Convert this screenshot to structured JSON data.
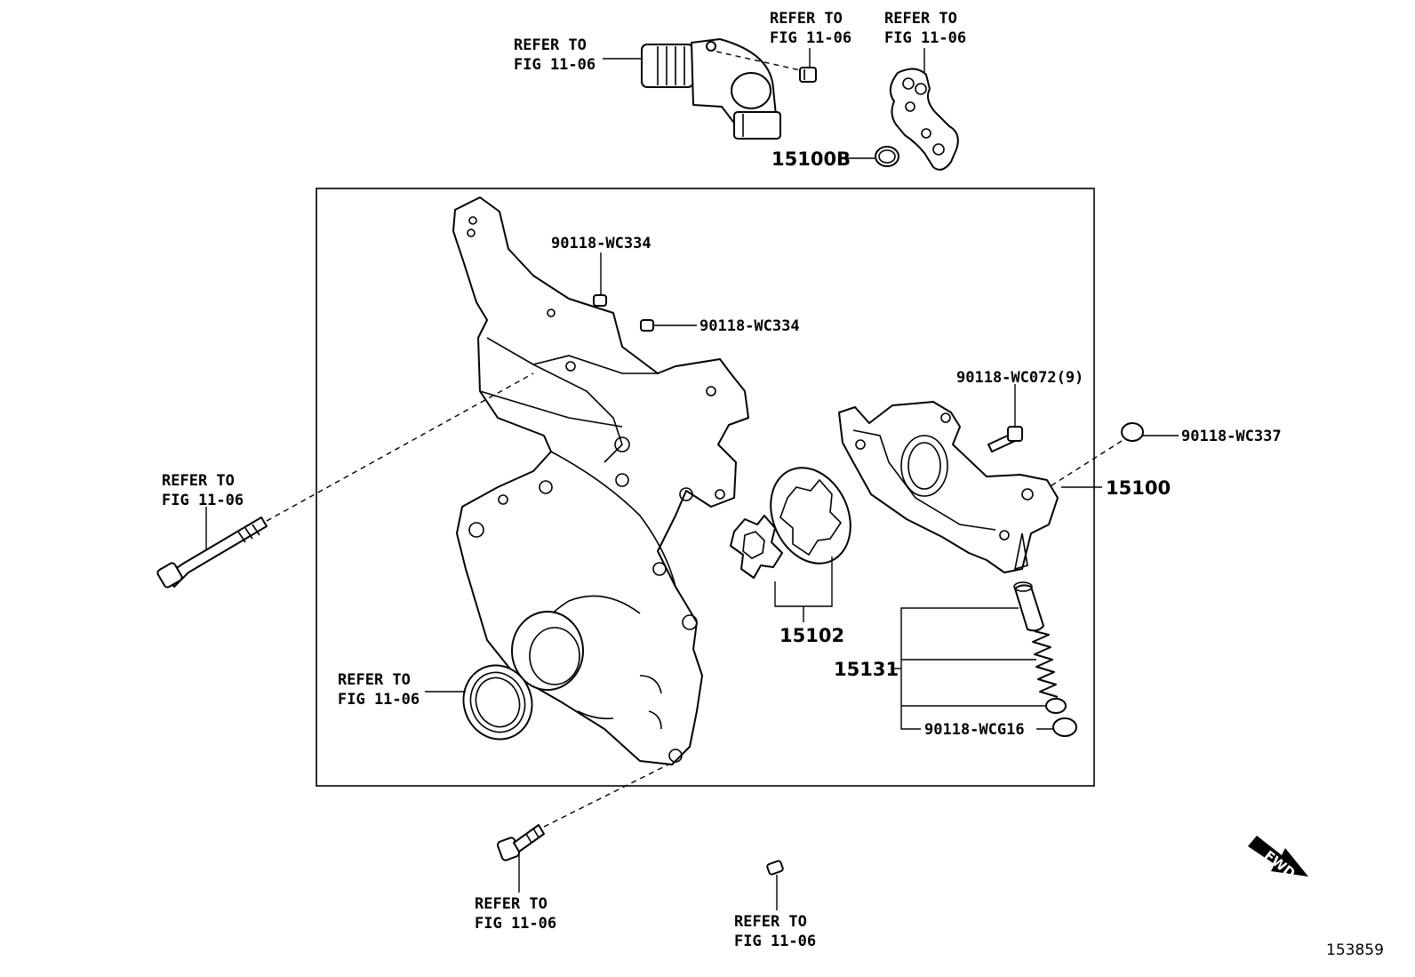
{
  "refer": {
    "line1": "REFER TO",
    "line2": "FIG 11-06"
  },
  "parts": {
    "p15100B": "15100B",
    "p90118_wc334_a": "90118-WC334",
    "p90118_wc334_b": "90118-WC334",
    "p90118_wc072": "90118-WC072(9)",
    "p90118_wc337": "90118-WC337",
    "p15100": "15100",
    "p15102": "15102",
    "p15131": "15131",
    "p90118_wcg16": "90118-WCG16"
  },
  "fwd": "FWD",
  "illustration_id": "153859"
}
